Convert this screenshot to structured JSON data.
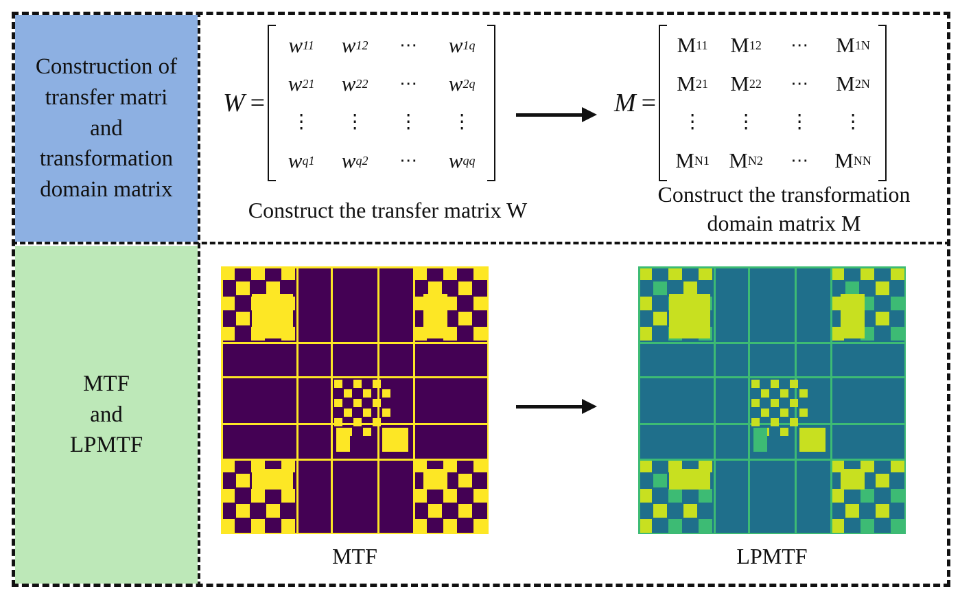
{
  "left_labels": {
    "top": [
      "Construction of",
      "transfer matri",
      "and",
      "transformation",
      "domain matrix"
    ],
    "bottom": [
      "MTF",
      "and",
      "LPMTF"
    ]
  },
  "matrix_w": {
    "lhs": "W",
    "eq": "=",
    "cells": [
      [
        "w11",
        "w12",
        "⋯",
        "w1q"
      ],
      [
        "w21",
        "w22",
        "⋯",
        "w2q"
      ],
      [
        "⋮",
        "⋮",
        "⋮",
        "⋮"
      ],
      [
        "wq1",
        "wq2",
        "⋯",
        "wqq"
      ]
    ],
    "caption": "Construct the transfer matrix W"
  },
  "matrix_m": {
    "lhs": "M",
    "eq": "=",
    "cells": [
      [
        "M11",
        "M12",
        "⋯",
        "M1N"
      ],
      [
        "M21",
        "M22",
        "⋯",
        "M2N"
      ],
      [
        "⋮",
        "⋮",
        "⋮",
        "⋮"
      ],
      [
        "MN1",
        "MN2",
        "⋯",
        "MNN"
      ]
    ],
    "caption_lines": [
      "Construct the transformation",
      "domain matrix M"
    ]
  },
  "images": {
    "left_caption": "MTF",
    "right_caption": "LPMTF"
  },
  "colors": {
    "blue_box": "#8db0e2",
    "green_box": "#bde8b8",
    "mtf_low": "#440154",
    "mtf_high": "#fde725",
    "lpmtf_base": "#1f6f8b",
    "lpmtf_mid": "#3dbb74",
    "lpmtf_high": "#c8e020"
  }
}
